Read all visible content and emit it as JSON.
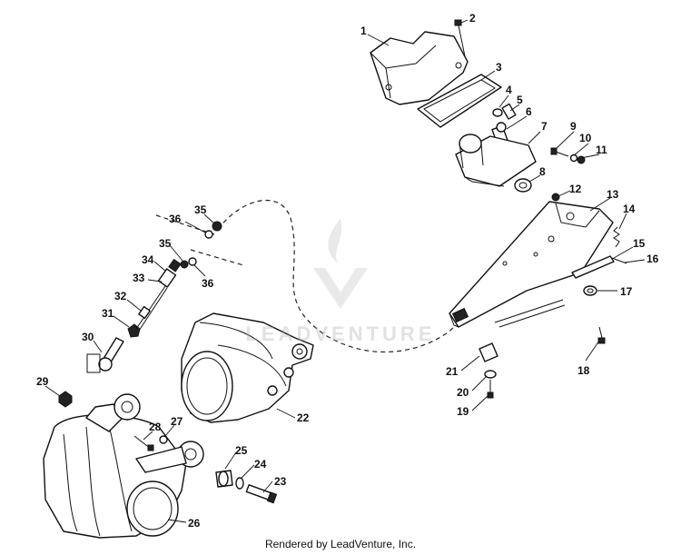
{
  "footer": {
    "text": "Rendered by LeadVenture, Inc."
  },
  "watermark": {
    "text": "LEADVENTURE"
  },
  "callouts": [
    "1",
    "2",
    "3",
    "4",
    "5",
    "6",
    "7",
    "8",
    "9",
    "10",
    "11",
    "12",
    "13",
    "14",
    "15",
    "16",
    "17",
    "18",
    "19",
    "20",
    "21",
    "22",
    "23",
    "24",
    "25",
    "26",
    "27",
    "28",
    "29",
    "30",
    "31",
    "32",
    "33",
    "34",
    "35",
    "36",
    "35",
    "36"
  ]
}
